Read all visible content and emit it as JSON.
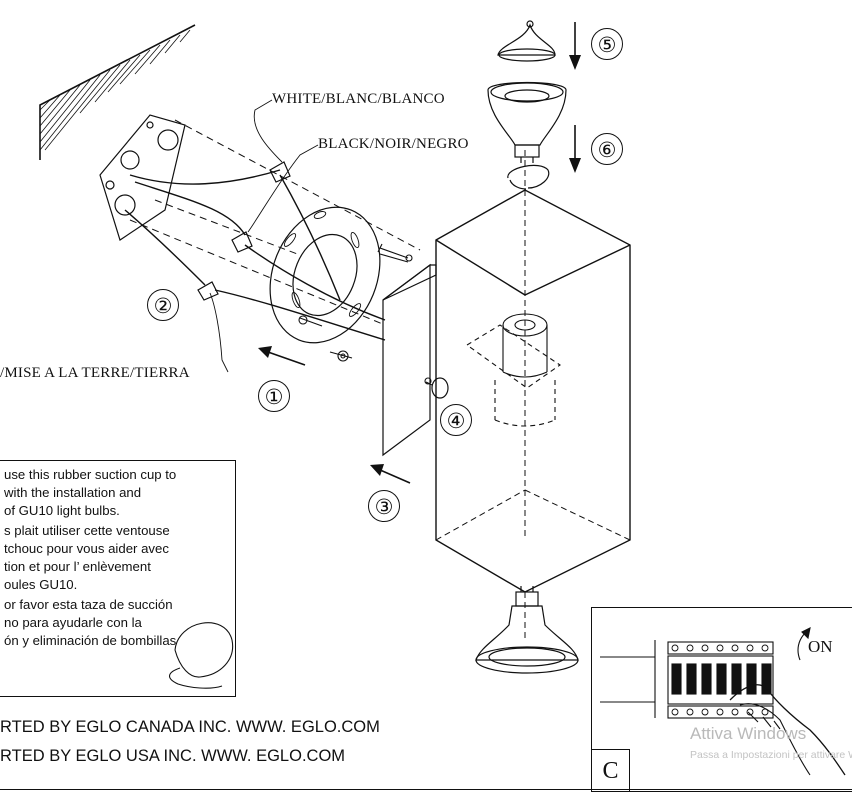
{
  "wire_labels": {
    "white": "WHITE/BLANC/BLANCO",
    "black": "BLACK/NOIR/NEGRO",
    "ground": "/MISE A LA TERRE/TIERRA"
  },
  "steps": [
    "①",
    "②",
    "③",
    "④",
    "⑤",
    "⑥"
  ],
  "note_lines": [
    "use this rubber suction cup to",
    " with the installation and",
    "of GU10 light bulbs.",
    "s plait utiliser cette ventouse",
    "tchouc pour vous aider avec",
    "tion et pour l’ enlèvement",
    "oules GU10.",
    "or favor esta taza de succión",
    "no para ayudarle con la",
    "ón y eliminación de bombillas"
  ],
  "footer": {
    "line1": "RTED BY EGLO CANADA INC.  WWW. EGLO.COM",
    "line2": "RTED BY EGLO     USA     INC.  WWW. EGLO.COM"
  },
  "panel": {
    "letter": "C",
    "on_label": "ON"
  },
  "watermark": {
    "title": "Attiva Windows",
    "subtitle": "Passa a Impostazioni per attivare Windows."
  }
}
